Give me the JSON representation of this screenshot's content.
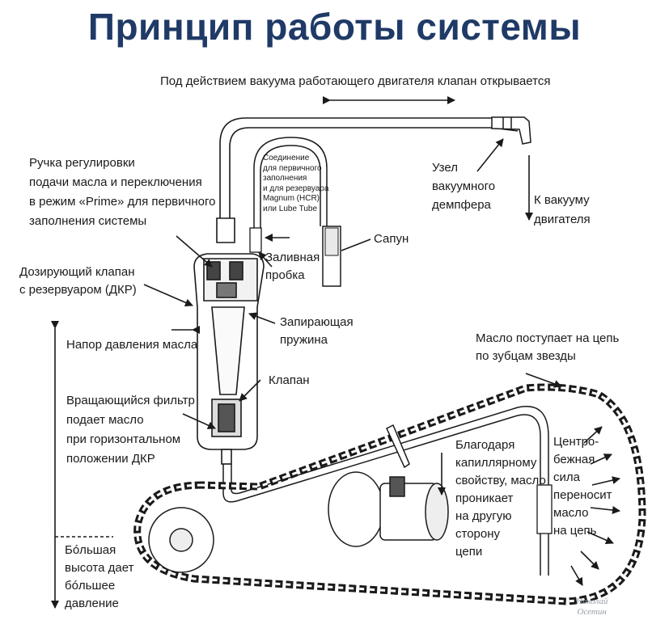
{
  "title": "Принцип работы системы",
  "labels": {
    "vacuum_top": "Под действием вакуума работающего двигателя клапан открывается",
    "damper": "Узел\nвакуумного\nдемпфера",
    "to_vacuum": "К вакууму\nдвигателя",
    "connection": "Соединение\nдля первичного\nзаполнения\nи для резервуара\nMagnum (HCR)\nили Lube Tube",
    "breather": "Сапун",
    "filler_cap": "Заливная\nпробка",
    "knob": "Ручка регулировки\nподачи масла и переключения\nв режим «Prime» для первичного\nзаполнения системы",
    "metering_valve": "Дозирующий клапан\nс резервуаром (ДКР)",
    "lock_spring": "Запирающая\nпружина",
    "pressure_head": "Напор давления масла",
    "valve": "Клапан",
    "rotating_filter": "Вращающийся фильтр\nподает масло\nпри горизонтальном\nположении ДКР",
    "oil_to_chain": "Масло поступает на цепь\nпо зубцам звезды",
    "capillary": "Благодаря\nкапиллярному\nсвойству, масло\nпроникает\nна другую\nсторону\nцепи",
    "centrifugal": "Центро-\nбежная\nсила\nпереносит\nмасло\nна цепь",
    "height": "Бóльшая\nвысота дает\nбóльшее\nдавление"
  },
  "watermark": "Николай\nОсетин",
  "colors": {
    "title": "#1f3a66",
    "line": "#1a1a1a"
  }
}
